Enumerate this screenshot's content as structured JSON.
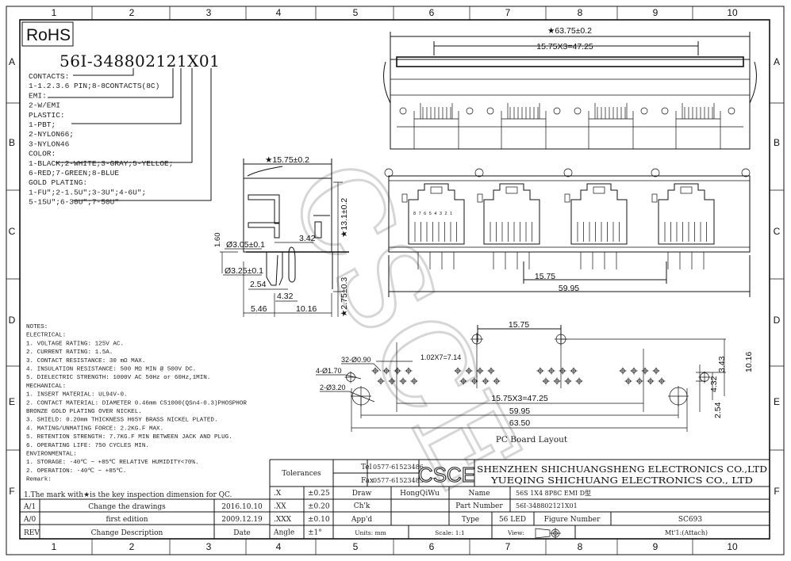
{
  "frame": {
    "columns": [
      "1",
      "2",
      "3",
      "4",
      "5",
      "6",
      "7",
      "8",
      "9",
      "10"
    ],
    "rows": [
      "A",
      "B",
      "C",
      "D",
      "E",
      "F"
    ]
  },
  "rohs_label": "RoHS",
  "part_code": {
    "number": "56I-348802121X01",
    "legend": [
      "CONTACTS:",
      "1-1.2.3.6 PIN;8-8CONTACTS(8C)",
      "EMI:",
      "2-W/EMI",
      "PLASTIC:",
      "1-PBT;",
      "2-NYLON66;",
      "3-NYLON46",
      "COLOR:",
      "1-BLACK;2-WHITE;3-GRAY;5-YELLOE;",
      "6-RED;7-GREEN;8-BLUE",
      "GOLD PLATING:",
      "1-FU\";2-1.5U\";3-3U\";4-6U\";",
      "5-15U\";6-30U\";7-50U\""
    ]
  },
  "notes": [
    "NOTES:",
    "ELECTRICAL:",
    "1. VOLTAGE RATING: 125V AC.",
    "2. CURRENT RATING: 1.5A.",
    "3. CONTACT RESISTANCE: 30 mΩ MAX.",
    "4. INSULATION RESISTANCE: 500 MΩ MIN @ 500V DC.",
    "5. DIELECTRIC STRENGTH: 1000V AC 50Hz or 60Hz,1MIN.",
    "MECHANICAL:",
    "1. INSERT MATERIAL: UL94V-0.",
    "2. CONTACT MATERIAL: DIAMETER 0.46mm C51000(QSn4-0.3)PHOSPHOR",
    "                     BRONZE GOLD PLATING OVER NICKEL.",
    "3. SHIELD: 0.20mm THICKNESS H65Y BRASS NICKEL PLATED.",
    "4. MATING/UNMATING FORCE: 2.2KG.F MAX.",
    "5. RETENTION STRENGTH: 7.7KG.F MIN BETWEEN JACK AND PLUG.",
    "6. OPERATING LIFE: 750 CYCLES MIN.",
    "ENVIRONMENTAL:",
    "1. STORAGE: -40℃ ~ +85℃ RELATIVE HUMIDITY<70%.",
    "2. OPERATION: -40℃ ~ +85℃.",
    "Remark:"
  ],
  "remark": "1.The mark with★is the key inspection dimension for QC.",
  "revisions": [
    {
      "rev": "A/1",
      "desc": "Change the drawings",
      "date": "2016.10.10"
    },
    {
      "rev": "A/0",
      "desc": "first edition",
      "date": "2009.12.19"
    }
  ],
  "revision_header": {
    "rev": "REV",
    "desc": "Change Description",
    "date": "Date"
  },
  "title_block": {
    "tolerances_label": "Tolerances",
    "tolerances": [
      {
        "k": ".X",
        "v": "±0.25"
      },
      {
        "k": ".XX",
        "v": "±0.20"
      },
      {
        "k": ".XXX",
        "v": "±0.10"
      },
      {
        "k": "Angle",
        "v": "±1°"
      }
    ],
    "tel_label": "Tel",
    "tel": "0577-61523486",
    "fax_label": "Fax",
    "fax": "0577-61523483",
    "logo": "CSCE",
    "company1": "SHENZHEN SHICHUANGSHENG ELECTRONICS CO.,LTD",
    "company2": "YUEQING SHICHUANG ELECTRONICS CO., LTD",
    "draw_label": "Draw",
    "draw": "HongQiWu",
    "check_label": "Ch'k",
    "approve_label": "App'd",
    "name_label": "Name",
    "name": "56S 1X4 8P8C EMI D型",
    "part_label": "Part Number",
    "part": "56I-348802121X01",
    "type_label": "Type",
    "type": "56 LED",
    "figure_label": "Figure Number",
    "figure": "SC693",
    "units": "Units: mm",
    "scale": "Scale: 1:1",
    "view": "View:",
    "material": "Mt'1:(Attach)"
  },
  "dimensions": {
    "front_total": "★63.75±0.2",
    "front_pitch": "15.75X3=47.25",
    "front_bottom_pitch": "15.75",
    "front_bottom_total": "59.95",
    "pin_numbers": "8 7 6 5 4 3 2 1",
    "side_width": "★15.75±0.2",
    "side_height": "★13.1±0.2",
    "side_pin": "★2.75±0.3",
    "side_160": "1.60",
    "side_d305": "Ø3.05±0.1",
    "side_d325": "Ø3.25±0.1",
    "side_342": "3.42",
    "side_254": "2.54",
    "side_432": "4.32",
    "side_546": "5.46",
    "side_1016": "10.16",
    "pcb_1575": "15.75",
    "pcb_holes32": "32-Ø0.90",
    "pcb_pitch7": "1.02X7=7.14",
    "pcb_holes4": "4-Ø1.70",
    "pcb_holes2": "2-Ø3.20",
    "pcb_pitch": "15.75X3=47.25",
    "pcb_5995": "59.95",
    "pcb_6350": "63.50",
    "pcb_343": "3.43",
    "pcb_432": "4.32",
    "pcb_1016": "10.16",
    "pcb_254": "2.54",
    "pcb_title": "PC Board Layout"
  },
  "watermark": "CSCE"
}
